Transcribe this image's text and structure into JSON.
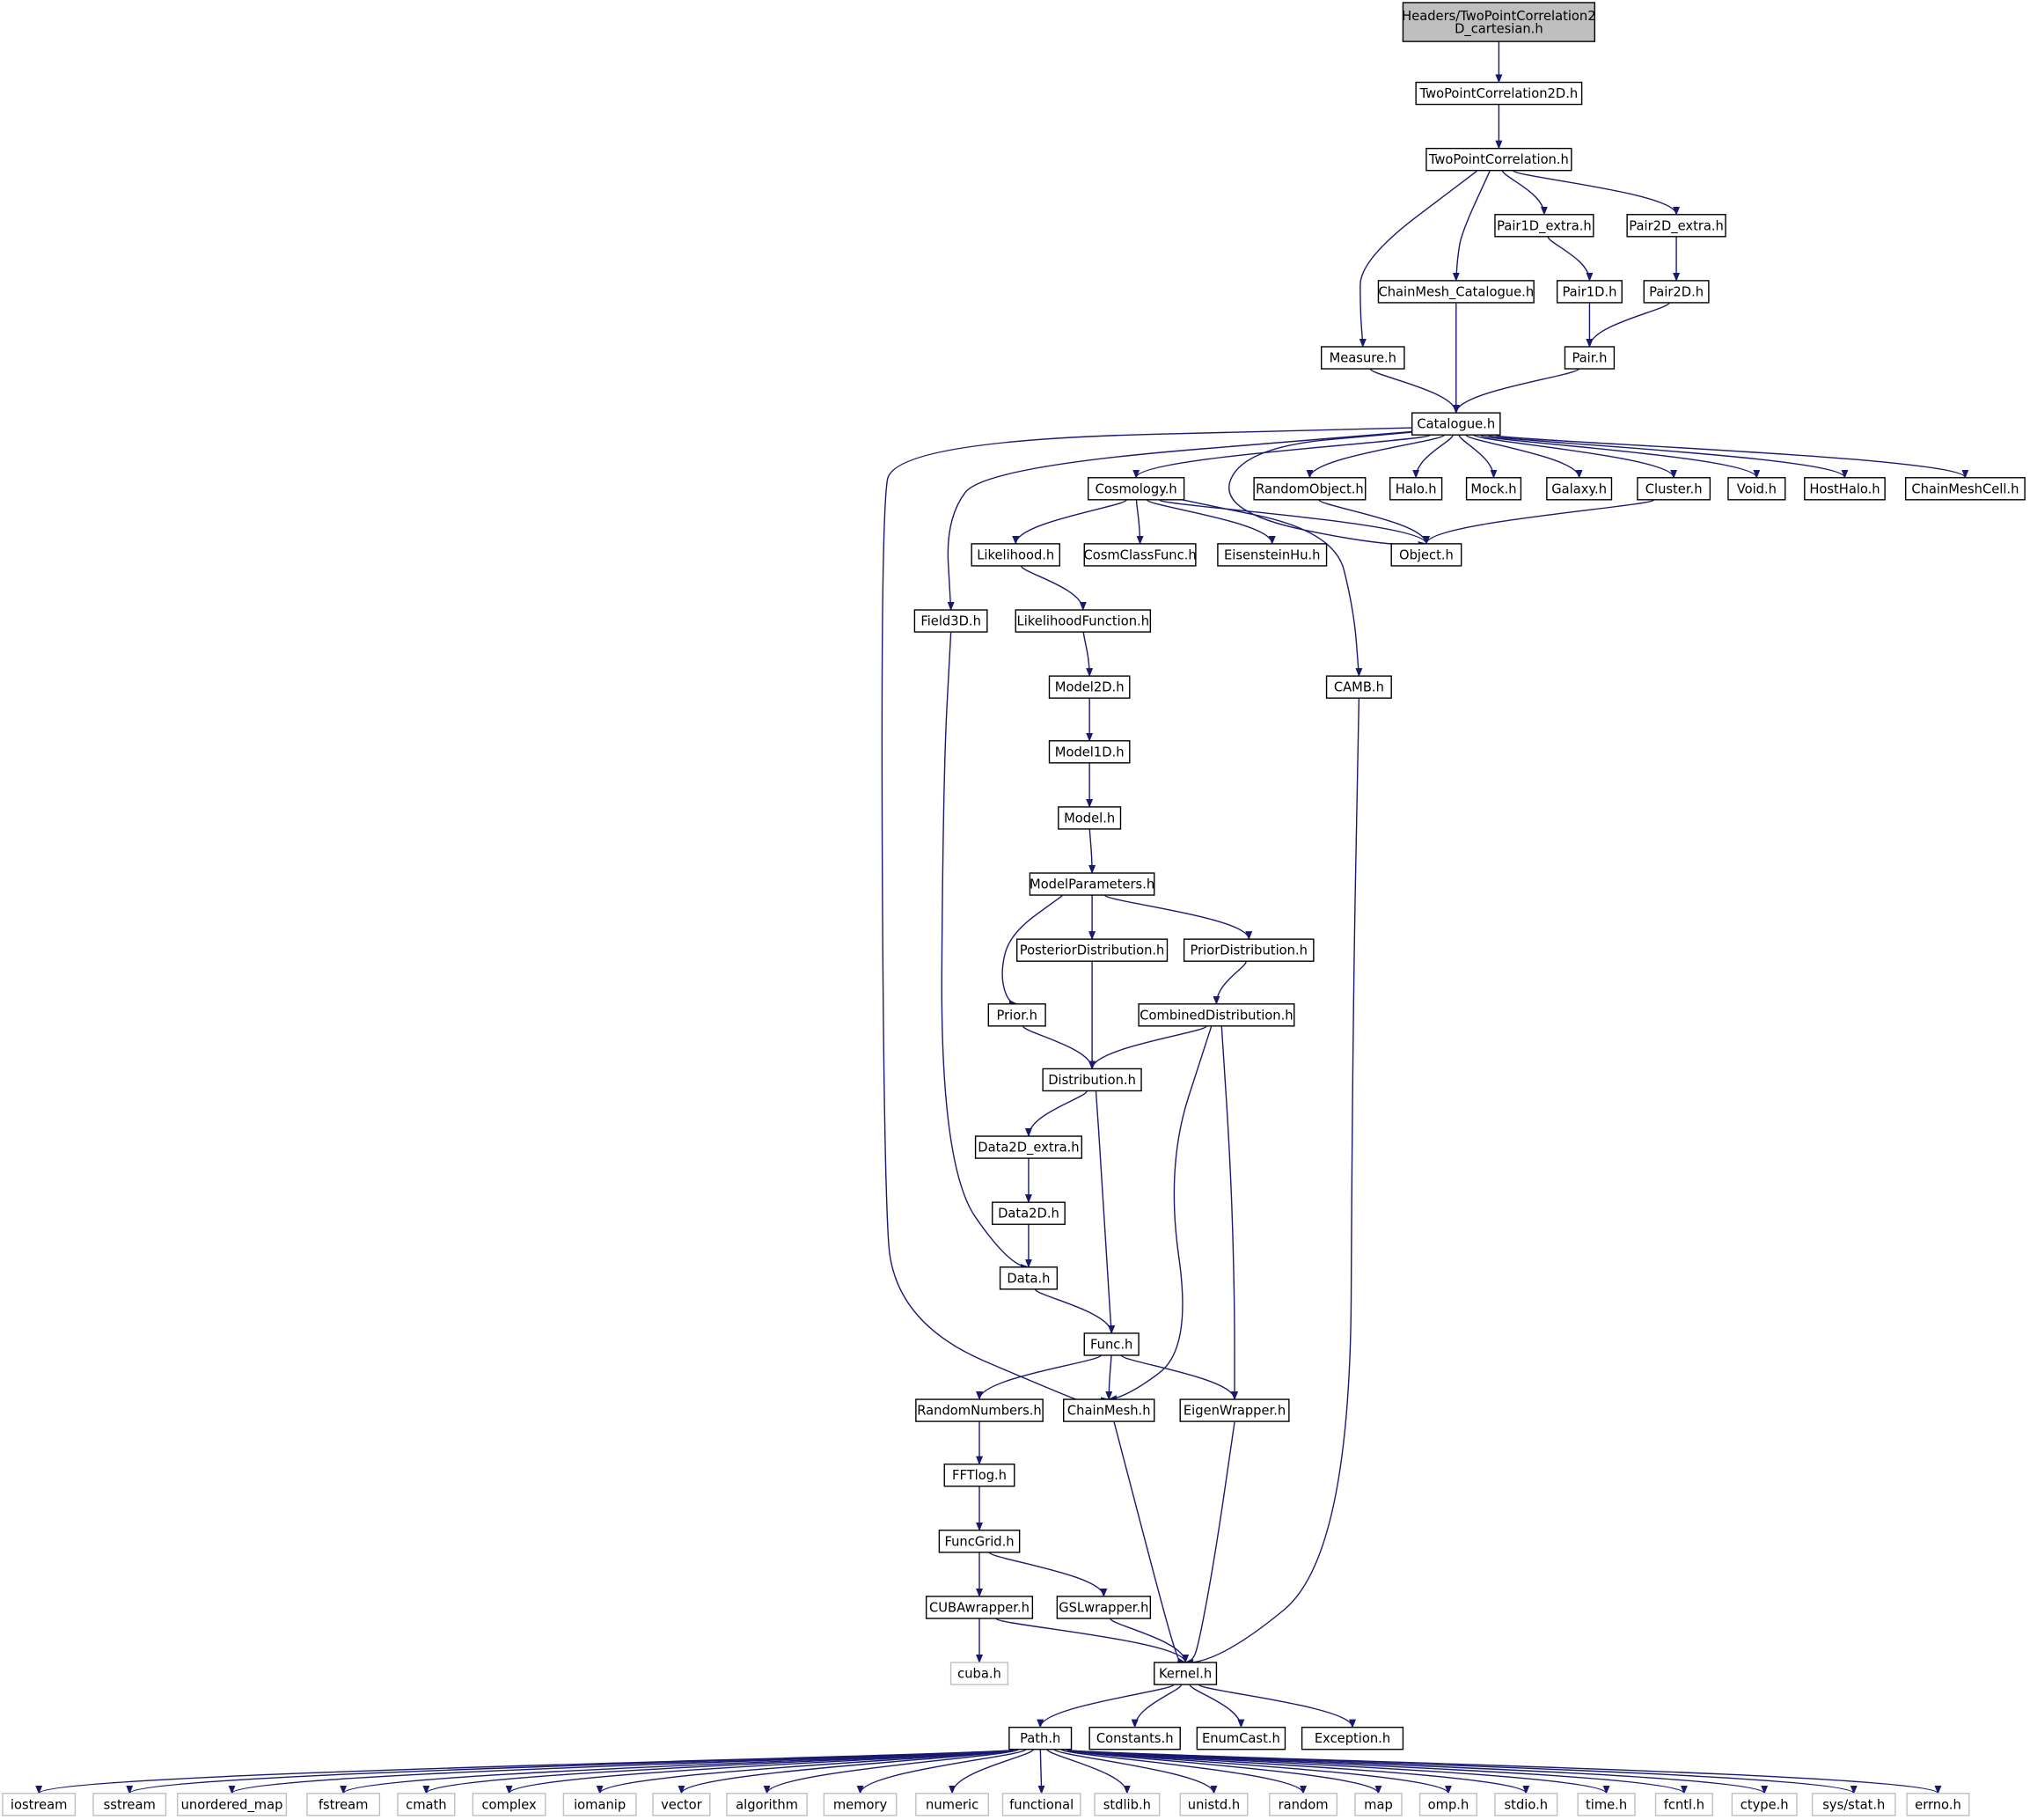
{
  "diagram": {
    "type": "include-dependency-graph",
    "colors": {
      "edge": "#191970",
      "node_border": "#000000",
      "root_fill": "#bfbfbf",
      "system_border": "#bfbfbf",
      "text": "#000000"
    },
    "nodes": [
      {
        "id": "root",
        "label_lines": [
          "Headers/TwoPointCorrelation2",
          "D_cartesian.h"
        ],
        "style": "root"
      },
      {
        "id": "tpc2d",
        "label_lines": [
          "TwoPointCorrelation2D.h"
        ],
        "style": "normal"
      },
      {
        "id": "tpc",
        "label_lines": [
          "TwoPointCorrelation.h"
        ],
        "style": "normal"
      },
      {
        "id": "pair1dx",
        "label_lines": [
          "Pair1D_extra.h"
        ],
        "style": "normal"
      },
      {
        "id": "pair2dx",
        "label_lines": [
          "Pair2D_extra.h"
        ],
        "style": "normal"
      },
      {
        "id": "cmcat",
        "label_lines": [
          "ChainMesh_Catalogue.h"
        ],
        "style": "normal"
      },
      {
        "id": "pair1d",
        "label_lines": [
          "Pair1D.h"
        ],
        "style": "normal"
      },
      {
        "id": "pair2d",
        "label_lines": [
          "Pair2D.h"
        ],
        "style": "normal"
      },
      {
        "id": "measure",
        "label_lines": [
          "Measure.h"
        ],
        "style": "normal"
      },
      {
        "id": "pair",
        "label_lines": [
          "Pair.h"
        ],
        "style": "normal"
      },
      {
        "id": "catalogue",
        "label_lines": [
          "Catalogue.h"
        ],
        "style": "normal"
      },
      {
        "id": "cosmology",
        "label_lines": [
          "Cosmology.h"
        ],
        "style": "normal"
      },
      {
        "id": "randomobj",
        "label_lines": [
          "RandomObject.h"
        ],
        "style": "normal"
      },
      {
        "id": "halo",
        "label_lines": [
          "Halo.h"
        ],
        "style": "normal"
      },
      {
        "id": "mock",
        "label_lines": [
          "Mock.h"
        ],
        "style": "normal"
      },
      {
        "id": "galaxy",
        "label_lines": [
          "Galaxy.h"
        ],
        "style": "normal"
      },
      {
        "id": "cluster",
        "label_lines": [
          "Cluster.h"
        ],
        "style": "normal"
      },
      {
        "id": "void",
        "label_lines": [
          "Void.h"
        ],
        "style": "normal"
      },
      {
        "id": "hosthalo",
        "label_lines": [
          "HostHalo.h"
        ],
        "style": "normal"
      },
      {
        "id": "chainmeshcell",
        "label_lines": [
          "ChainMeshCell.h"
        ],
        "style": "normal"
      },
      {
        "id": "likelihood",
        "label_lines": [
          "Likelihood.h"
        ],
        "style": "normal"
      },
      {
        "id": "cosmclass",
        "label_lines": [
          "CosmClassFunc.h"
        ],
        "style": "normal"
      },
      {
        "id": "eisenstein",
        "label_lines": [
          "EisensteinHu.h"
        ],
        "style": "normal"
      },
      {
        "id": "object",
        "label_lines": [
          "Object.h"
        ],
        "style": "normal"
      },
      {
        "id": "field3d",
        "label_lines": [
          "Field3D.h"
        ],
        "style": "normal"
      },
      {
        "id": "likefunc",
        "label_lines": [
          "LikelihoodFunction.h"
        ],
        "style": "normal"
      },
      {
        "id": "camb",
        "label_lines": [
          "CAMB.h"
        ],
        "style": "normal"
      },
      {
        "id": "model2d",
        "label_lines": [
          "Model2D.h"
        ],
        "style": "normal"
      },
      {
        "id": "model1d",
        "label_lines": [
          "Model1D.h"
        ],
        "style": "normal"
      },
      {
        "id": "model",
        "label_lines": [
          "Model.h"
        ],
        "style": "normal"
      },
      {
        "id": "modelparams",
        "label_lines": [
          "ModelParameters.h"
        ],
        "style": "normal"
      },
      {
        "id": "posterior",
        "label_lines": [
          "PosteriorDistribution.h"
        ],
        "style": "normal"
      },
      {
        "id": "priordist",
        "label_lines": [
          "PriorDistribution.h"
        ],
        "style": "normal"
      },
      {
        "id": "prior",
        "label_lines": [
          "Prior.h"
        ],
        "style": "normal"
      },
      {
        "id": "combined",
        "label_lines": [
          "CombinedDistribution.h"
        ],
        "style": "normal"
      },
      {
        "id": "distribution",
        "label_lines": [
          "Distribution.h"
        ],
        "style": "normal"
      },
      {
        "id": "data2dx",
        "label_lines": [
          "Data2D_extra.h"
        ],
        "style": "normal"
      },
      {
        "id": "data2d",
        "label_lines": [
          "Data2D.h"
        ],
        "style": "normal"
      },
      {
        "id": "data",
        "label_lines": [
          "Data.h"
        ],
        "style": "normal"
      },
      {
        "id": "func",
        "label_lines": [
          "Func.h"
        ],
        "style": "normal"
      },
      {
        "id": "randnum",
        "label_lines": [
          "RandomNumbers.h"
        ],
        "style": "normal"
      },
      {
        "id": "chainmesh",
        "label_lines": [
          "ChainMesh.h"
        ],
        "style": "normal"
      },
      {
        "id": "eigen",
        "label_lines": [
          "EigenWrapper.h"
        ],
        "style": "normal"
      },
      {
        "id": "fftlog",
        "label_lines": [
          "FFTlog.h"
        ],
        "style": "normal"
      },
      {
        "id": "funcgrid",
        "label_lines": [
          "FuncGrid.h"
        ],
        "style": "normal"
      },
      {
        "id": "cuba",
        "label_lines": [
          "CUBAwrapper.h"
        ],
        "style": "normal"
      },
      {
        "id": "gsl",
        "label_lines": [
          "GSLwrapper.h"
        ],
        "style": "normal"
      },
      {
        "id": "cubah",
        "label_lines": [
          "cuba.h"
        ],
        "style": "system"
      },
      {
        "id": "kernel",
        "label_lines": [
          "Kernel.h"
        ],
        "style": "normal"
      },
      {
        "id": "path",
        "label_lines": [
          "Path.h"
        ],
        "style": "normal"
      },
      {
        "id": "constants",
        "label_lines": [
          "Constants.h"
        ],
        "style": "normal"
      },
      {
        "id": "enumcast",
        "label_lines": [
          "EnumCast.h"
        ],
        "style": "normal"
      },
      {
        "id": "exception",
        "label_lines": [
          "Exception.h"
        ],
        "style": "normal"
      },
      {
        "id": "iostream",
        "label_lines": [
          "iostream"
        ],
        "style": "system"
      },
      {
        "id": "sstream",
        "label_lines": [
          "sstream"
        ],
        "style": "system"
      },
      {
        "id": "unordered_map",
        "label_lines": [
          "unordered_map"
        ],
        "style": "system"
      },
      {
        "id": "fstream",
        "label_lines": [
          "fstream"
        ],
        "style": "system"
      },
      {
        "id": "cmath",
        "label_lines": [
          "cmath"
        ],
        "style": "system"
      },
      {
        "id": "complex",
        "label_lines": [
          "complex"
        ],
        "style": "system"
      },
      {
        "id": "iomanip",
        "label_lines": [
          "iomanip"
        ],
        "style": "system"
      },
      {
        "id": "vector",
        "label_lines": [
          "vector"
        ],
        "style": "system"
      },
      {
        "id": "algorithm",
        "label_lines": [
          "algorithm"
        ],
        "style": "system"
      },
      {
        "id": "memory",
        "label_lines": [
          "memory"
        ],
        "style": "system"
      },
      {
        "id": "numeric",
        "label_lines": [
          "numeric"
        ],
        "style": "system"
      },
      {
        "id": "functional",
        "label_lines": [
          "functional"
        ],
        "style": "system"
      },
      {
        "id": "stdlib",
        "label_lines": [
          "stdlib.h"
        ],
        "style": "system"
      },
      {
        "id": "unistd",
        "label_lines": [
          "unistd.h"
        ],
        "style": "system"
      },
      {
        "id": "random",
        "label_lines": [
          "random"
        ],
        "style": "system"
      },
      {
        "id": "map",
        "label_lines": [
          "map"
        ],
        "style": "system"
      },
      {
        "id": "omp",
        "label_lines": [
          "omp.h"
        ],
        "style": "system"
      },
      {
        "id": "stdio",
        "label_lines": [
          "stdio.h"
        ],
        "style": "system"
      },
      {
        "id": "time",
        "label_lines": [
          "time.h"
        ],
        "style": "system"
      },
      {
        "id": "fcntl",
        "label_lines": [
          "fcntl.h"
        ],
        "style": "system"
      },
      {
        "id": "ctype",
        "label_lines": [
          "ctype.h"
        ],
        "style": "system"
      },
      {
        "id": "sysstat",
        "label_lines": [
          "sys/stat.h"
        ],
        "style": "system"
      },
      {
        "id": "errno",
        "label_lines": [
          "errno.h"
        ],
        "style": "system"
      }
    ],
    "edges": [
      [
        "root",
        "tpc2d"
      ],
      [
        "tpc2d",
        "tpc"
      ],
      [
        "tpc",
        "pair1dx"
      ],
      [
        "tpc",
        "pair2dx"
      ],
      [
        "tpc",
        "cmcat"
      ],
      [
        "tpc",
        "measure"
      ],
      [
        "pair1dx",
        "pair1d"
      ],
      [
        "pair2dx",
        "pair2d"
      ],
      [
        "pair1d",
        "pair"
      ],
      [
        "pair2d",
        "pair"
      ],
      [
        "cmcat",
        "catalogue"
      ],
      [
        "measure",
        "catalogue"
      ],
      [
        "pair",
        "catalogue"
      ],
      [
        "catalogue",
        "cosmology"
      ],
      [
        "catalogue",
        "randomobj"
      ],
      [
        "catalogue",
        "halo"
      ],
      [
        "catalogue",
        "mock"
      ],
      [
        "catalogue",
        "galaxy"
      ],
      [
        "catalogue",
        "cluster"
      ],
      [
        "catalogue",
        "void"
      ],
      [
        "catalogue",
        "hosthalo"
      ],
      [
        "catalogue",
        "chainmeshcell"
      ],
      [
        "catalogue",
        "object"
      ],
      [
        "catalogue",
        "field3d"
      ],
      [
        "catalogue",
        "chainmesh"
      ],
      [
        "randomobj",
        "object"
      ],
      [
        "cluster",
        "object"
      ],
      [
        "cosmology",
        "object"
      ],
      [
        "cosmology",
        "likelihood"
      ],
      [
        "cosmology",
        "cosmclass"
      ],
      [
        "cosmology",
        "eisenstein"
      ],
      [
        "cosmology",
        "camb"
      ],
      [
        "likelihood",
        "likefunc"
      ],
      [
        "likefunc",
        "model2d"
      ],
      [
        "model2d",
        "model1d"
      ],
      [
        "model1d",
        "model"
      ],
      [
        "model",
        "modelparams"
      ],
      [
        "modelparams",
        "posterior"
      ],
      [
        "modelparams",
        "priordist"
      ],
      [
        "modelparams",
        "prior"
      ],
      [
        "priordist",
        "combined"
      ],
      [
        "prior",
        "distribution"
      ],
      [
        "posterior",
        "distribution"
      ],
      [
        "combined",
        "distribution"
      ],
      [
        "combined",
        "chainmesh"
      ],
      [
        "combined",
        "eigen"
      ],
      [
        "distribution",
        "data2dx"
      ],
      [
        "distribution",
        "func"
      ],
      [
        "data2dx",
        "data2d"
      ],
      [
        "data2d",
        "data"
      ],
      [
        "field3d",
        "data"
      ],
      [
        "data",
        "func"
      ],
      [
        "func",
        "randnum"
      ],
      [
        "func",
        "chainmesh"
      ],
      [
        "func",
        "eigen"
      ],
      [
        "randnum",
        "fftlog"
      ],
      [
        "fftlog",
        "funcgrid"
      ],
      [
        "funcgrid",
        "cuba"
      ],
      [
        "funcgrid",
        "gsl"
      ],
      [
        "cuba",
        "cubah"
      ],
      [
        "cuba",
        "kernel"
      ],
      [
        "gsl",
        "kernel"
      ],
      [
        "chainmesh",
        "kernel"
      ],
      [
        "eigen",
        "kernel"
      ],
      [
        "camb",
        "kernel"
      ],
      [
        "kernel",
        "path"
      ],
      [
        "kernel",
        "constants"
      ],
      [
        "kernel",
        "enumcast"
      ],
      [
        "kernel",
        "exception"
      ],
      [
        "path",
        "iostream"
      ],
      [
        "path",
        "sstream"
      ],
      [
        "path",
        "unordered_map"
      ],
      [
        "path",
        "fstream"
      ],
      [
        "path",
        "cmath"
      ],
      [
        "path",
        "complex"
      ],
      [
        "path",
        "iomanip"
      ],
      [
        "path",
        "vector"
      ],
      [
        "path",
        "algorithm"
      ],
      [
        "path",
        "memory"
      ],
      [
        "path",
        "numeric"
      ],
      [
        "path",
        "functional"
      ],
      [
        "path",
        "stdlib"
      ],
      [
        "path",
        "unistd"
      ],
      [
        "path",
        "random"
      ],
      [
        "path",
        "map"
      ],
      [
        "path",
        "omp"
      ],
      [
        "path",
        "stdio"
      ],
      [
        "path",
        "time"
      ],
      [
        "path",
        "fcntl"
      ],
      [
        "path",
        "ctype"
      ],
      [
        "path",
        "sysstat"
      ],
      [
        "path",
        "errno"
      ]
    ]
  }
}
